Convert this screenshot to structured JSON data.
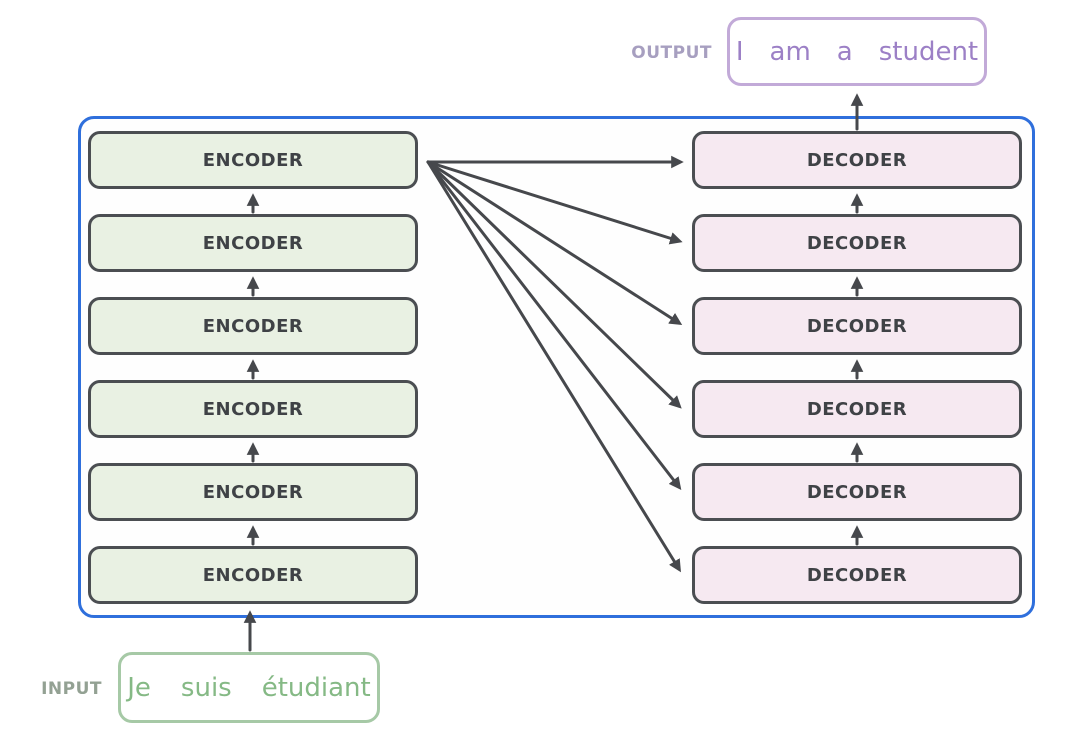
{
  "colors": {
    "container_border": "#2f6fdc",
    "box_border": "#4b4e52",
    "box_text": "#3f4246",
    "encoder_fill": "#e9f1e3",
    "decoder_fill": "#f6e9f1",
    "arrow": "#46484c",
    "input_border": "#a6c9a6",
    "input_text": "#85b985",
    "input_label": "#93a193",
    "output_border": "#c2aad8",
    "output_text": "#9c80c6",
    "output_label": "#a79fc0",
    "canvas_bg": "#ffffff"
  },
  "input": {
    "label": "INPUT",
    "words": [
      "Je",
      "suis",
      "étudiant"
    ]
  },
  "output": {
    "label": "OUTPUT",
    "words": [
      "I",
      "am",
      "a",
      "student"
    ]
  },
  "encoders": [
    {
      "label": "ENCODER"
    },
    {
      "label": "ENCODER"
    },
    {
      "label": "ENCODER"
    },
    {
      "label": "ENCODER"
    },
    {
      "label": "ENCODER"
    },
    {
      "label": "ENCODER"
    }
  ],
  "decoders": [
    {
      "label": "DECODER"
    },
    {
      "label": "DECODER"
    },
    {
      "label": "DECODER"
    },
    {
      "label": "DECODER"
    },
    {
      "label": "DECODER"
    },
    {
      "label": "DECODER"
    }
  ]
}
